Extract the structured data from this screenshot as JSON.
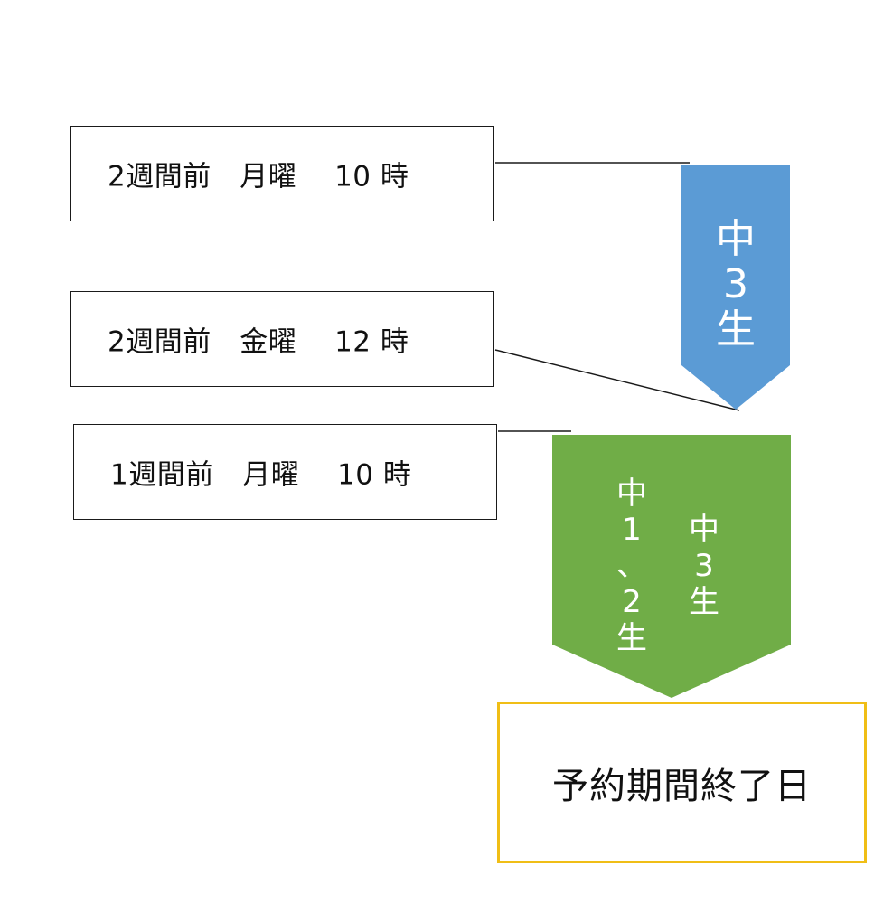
{
  "boxes": [
    {
      "label": "2週間前　月曜　 10 時"
    },
    {
      "label": "2週間前　金曜　 12 時"
    },
    {
      "label": "1週間前　月曜　 10 時"
    }
  ],
  "arrows": {
    "blue": {
      "text": [
        "中",
        "3",
        "生"
      ],
      "color": "#5B9BD5"
    },
    "green": {
      "text_left": [
        "中",
        "1",
        "、",
        "2",
        "生"
      ],
      "text_right": [
        "中",
        "3",
        "生"
      ],
      "color": "#70AD47"
    }
  },
  "end_box": {
    "label": "予約期間終了日",
    "border_color": "#F0BE16"
  }
}
